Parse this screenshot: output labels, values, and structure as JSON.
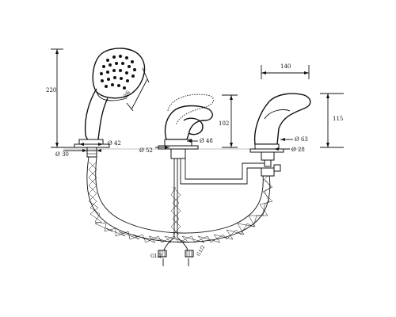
{
  "dimensions": {
    "handshower_height": "220",
    "handshower_head_diameter": "86",
    "handshower_base_top": "Ø 42",
    "handshower_base_bottom": "Ø 30",
    "mixer_height": "102",
    "mixer_base_left": "Ø 52",
    "mixer_base_right": "Ø 48",
    "spout_width": "140",
    "spout_height": "115",
    "spout_base_top": "Ø 63",
    "spout_base_bottom": "Ø 28",
    "connection_left": "G1/2",
    "connection_right": "G1/2"
  }
}
